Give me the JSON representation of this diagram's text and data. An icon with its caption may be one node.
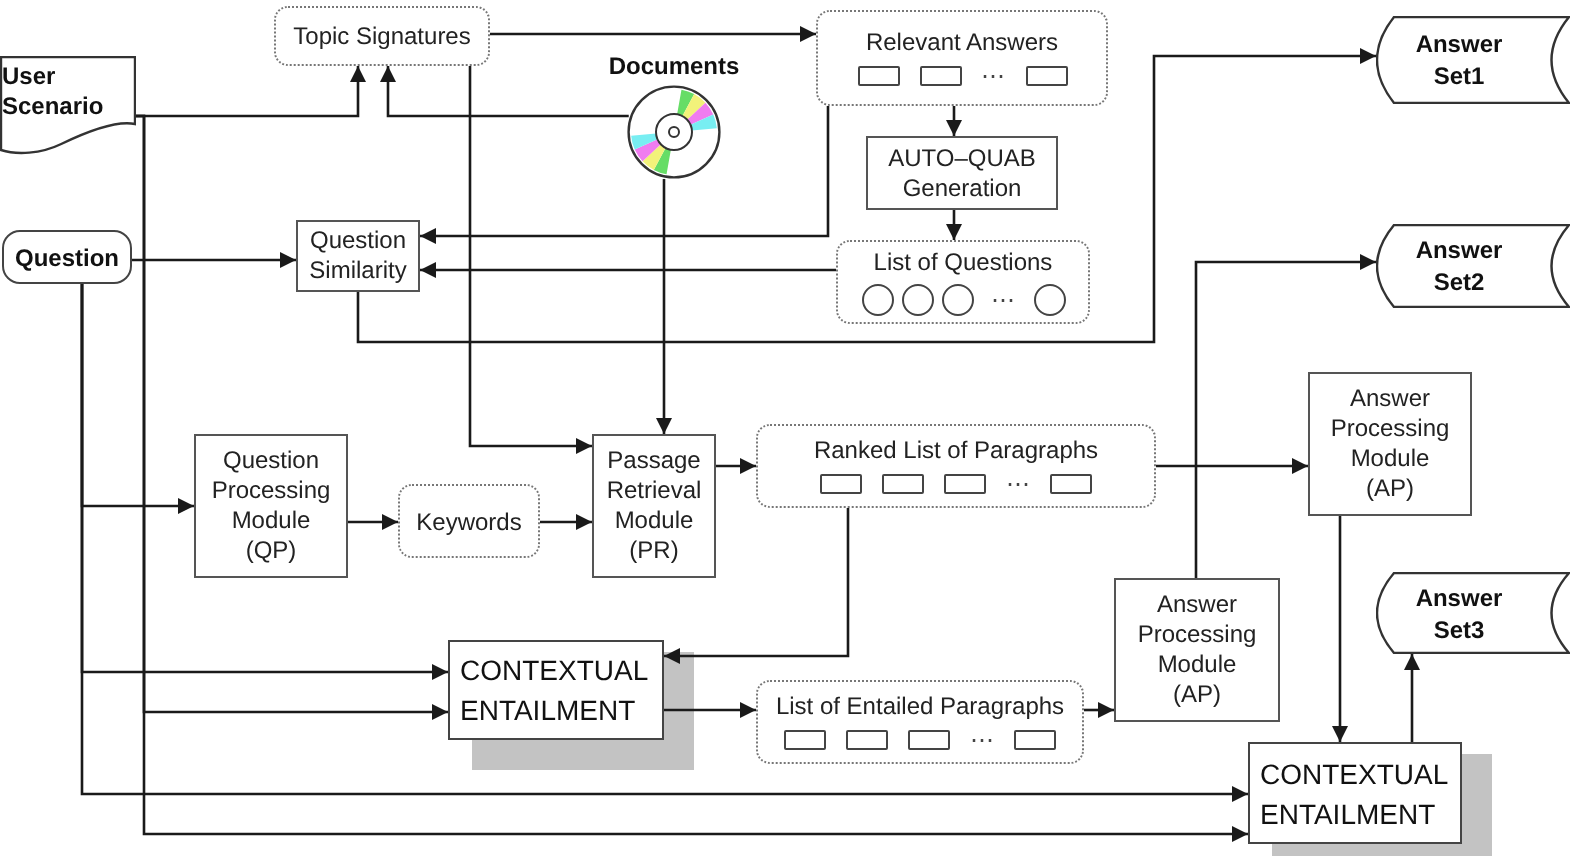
{
  "diagram": {
    "nodes": [
      {
        "text": [
          "User Scenario"
        ]
      },
      {
        "text": [
          "Topic Signatures"
        ]
      },
      {
        "text": [
          "Documents"
        ]
      },
      {
        "text": [
          "Relevant Answers",
          "⋯"
        ]
      },
      {
        "text": [
          "Answer Set1"
        ]
      },
      {
        "text": [
          "AUTO–QUAB Generation"
        ]
      },
      {
        "text": [
          "Question"
        ]
      },
      {
        "text": [
          "Question Similarity"
        ]
      },
      {
        "text": [
          "List of Questions",
          "⋯"
        ]
      },
      {
        "text": [
          "Answer Set2"
        ]
      },
      {
        "text": [
          "Answer Processing Module (AP)"
        ]
      },
      {
        "text": [
          "Question Processing Module (QP)"
        ]
      },
      {
        "text": [
          "Keywords"
        ]
      },
      {
        "text": [
          "Passage Retrieval Module (PR)"
        ]
      },
      {
        "text": [
          "Ranked List of Paragraphs",
          "⋯"
        ]
      },
      {
        "text": [
          "CONTEXTUAL ENTAILMENT"
        ]
      },
      {
        "text": [
          "List of Entailed Paragraphs",
          "⋯"
        ]
      },
      {
        "text": [
          "Answer Processing Module (AP)"
        ]
      },
      {
        "text": [
          "Answer Set3"
        ]
      },
      {
        "text": [
          "CONTEXTUAL ENTAILMENT"
        ]
      }
    ],
    "edges": [
      {
        "from": 0,
        "to": 1,
        "arrow": "to"
      },
      {
        "from": 0,
        "to": 15,
        "arrow": "to"
      },
      {
        "from": 0,
        "to": 19,
        "arrow": "to"
      },
      {
        "from": 2,
        "to": 1,
        "arrow": "to"
      },
      {
        "from": 1,
        "to": 3,
        "arrow": "to"
      },
      {
        "from": 1,
        "to": 13,
        "arrow": "to"
      },
      {
        "from": 2,
        "to": 13,
        "arrow": "to"
      },
      {
        "from": 3,
        "to": 5,
        "arrow": "to"
      },
      {
        "from": 5,
        "to": 8,
        "arrow": "to"
      },
      {
        "from": 3,
        "to": 7,
        "arrow": "to"
      },
      {
        "from": 8,
        "to": 7,
        "arrow": "to"
      },
      {
        "from": 6,
        "to": 7,
        "arrow": "to"
      },
      {
        "from": 7,
        "to": 4,
        "arrow": "to"
      },
      {
        "from": 6,
        "to": 11,
        "arrow": "to"
      },
      {
        "from": 6,
        "to": 15,
        "arrow": "to"
      },
      {
        "from": 6,
        "to": 19,
        "arrow": "to"
      },
      {
        "from": 11,
        "to": 12,
        "arrow": "to"
      },
      {
        "from": 12,
        "to": 13,
        "arrow": "to"
      },
      {
        "from": 13,
        "to": 14,
        "arrow": "to"
      },
      {
        "from": 14,
        "to": 15,
        "arrow": "to"
      },
      {
        "from": 14,
        "to": 10,
        "arrow": "to"
      },
      {
        "from": 15,
        "to": 16,
        "arrow": "to"
      },
      {
        "from": 16,
        "to": 17,
        "arrow": "to"
      },
      {
        "from": 17,
        "to": 9,
        "arrow": "to"
      },
      {
        "from": 10,
        "to": 19,
        "arrow": "to"
      },
      {
        "from": 19,
        "to": 18,
        "arrow": "to"
      }
    ]
  }
}
